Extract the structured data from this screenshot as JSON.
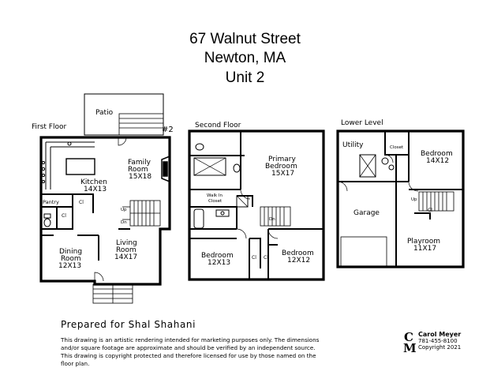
{
  "header": {
    "line1": "67 Walnut Street",
    "line2": "Newton, MA",
    "line3": "Unit 2"
  },
  "first_floor": {
    "label": "First Floor",
    "unit_tag": "#2",
    "patio": "Patio",
    "family_room": "Family",
    "family_room_2": "Room",
    "family_room_dim": "15X18",
    "kitchen": "Kitchen",
    "kitchen_dim": "14X13",
    "pantry": "Pantry",
    "closet1": "Cl",
    "closet2": "Cl",
    "up": "Up",
    "dn": "Dn",
    "living_room": "Living",
    "living_room_2": "Room",
    "living_room_dim": "14X17",
    "dining_room": "Dining",
    "dining_room_2": "Room",
    "dining_room_dim": "12X13"
  },
  "second_floor": {
    "label": "Second Floor",
    "primary": "Primary",
    "primary_2": "Bedroom",
    "primary_dim": "15X17",
    "walk_in": "Walk In",
    "walk_in_2": "Closet",
    "dn": "Dn",
    "bedroom_a": "Bedroom",
    "bedroom_a_dim": "12X13",
    "bedroom_b": "Bedroom",
    "bedroom_b_dim": "12X12",
    "closet1": "Cl",
    "closet2": "Cl"
  },
  "lower_level": {
    "label": "Lower Level",
    "utility": "Utility",
    "closet": "Closet",
    "bedroom": "Bedroom",
    "bedroom_dim": "14X12",
    "up": "Up",
    "closet2": "Cl",
    "garage": "Garage",
    "playroom": "Playroom",
    "playroom_dim": "11X17"
  },
  "footer": {
    "prepared": "Prepared for Shal Shahani",
    "disclaimer_1": "This drawing is an artistic rendering intended for marketing purposes only.  The dimensions",
    "disclaimer_2": "and/or square footage are approximate and should be verified by an independent source.",
    "disclaimer_3": "This drawing is copyright protected and therefore licensed for use by those named on the",
    "disclaimer_4": "floor plan.",
    "logo_c": "C",
    "logo_m": "M",
    "brand_name": "Carol Meyer",
    "brand_phone": "781-455-8100",
    "brand_copyright": "Copyright 2021"
  }
}
